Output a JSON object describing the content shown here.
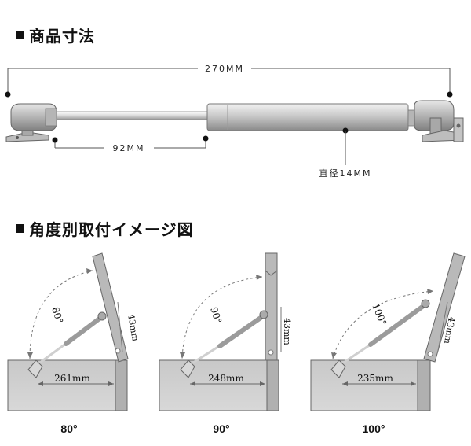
{
  "section1": {
    "title": "商品寸法"
  },
  "section2": {
    "title": "角度別取付イメージ図"
  },
  "strut": {
    "total_length": "270MM",
    "stroke_length": "92MM",
    "diameter": "直径14MM"
  },
  "diagrams": [
    {
      "arc_label": "80°",
      "hinge_label": "43mm",
      "length_label": "261mm",
      "caption": "80°"
    },
    {
      "arc_label": "90°",
      "hinge_label": "43mm",
      "length_label": "248mm",
      "caption": "90°"
    },
    {
      "arc_label": "100°",
      "hinge_label": "43mm",
      "length_label": "235mm",
      "caption": "100°"
    }
  ]
}
